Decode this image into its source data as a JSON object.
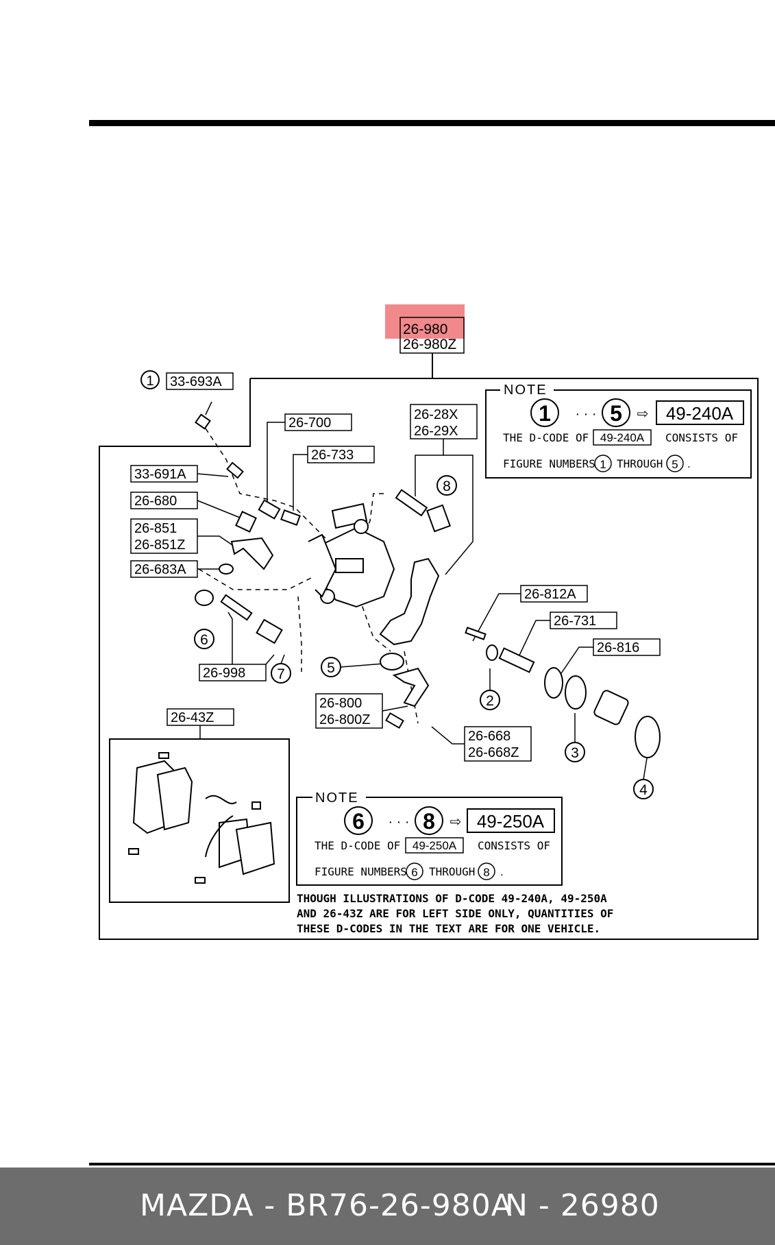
{
  "colors": {
    "highlight": "#ef7c80",
    "footer_bg": "#6d6d6d",
    "footer_text": "#ffffff",
    "line": "#000000"
  },
  "assembly": {
    "code_primary": "26-980",
    "code_alt": "26-980Z"
  },
  "parts": {
    "p33_693A": "33-693A",
    "p33_691A": "33-691A",
    "p26_700": "26-700",
    "p26_733": "26-733",
    "p26_680": "26-680",
    "p26_851": "26-851",
    "p26_851Z": "26-851Z",
    "p26_683A": "26-683A",
    "p26_28X": "26-28X",
    "p26_29X": "26-29X",
    "p26_812A": "26-812A",
    "p26_731": "26-731",
    "p26_816": "26-816",
    "p26_998": "26-998",
    "p26_800": "26-800",
    "p26_800Z": "26-800Z",
    "p26_668": "26-668",
    "p26_668Z": "26-668Z",
    "p26_43Z": "26-43Z"
  },
  "figure_numbers": [
    "1",
    "2",
    "3",
    "4",
    "5",
    "6",
    "7",
    "8"
  ],
  "note1": {
    "label": "NOTE",
    "range_start": "1",
    "range_dots": "· · ·",
    "range_end": "5",
    "arrow": "⇨",
    "dcode": "49-240A",
    "line1_prefix": "THE D-CODE OF",
    "line1_code": "49-240A",
    "line1_suffix": "CONSISTS OF",
    "line2_prefix": "FIGURE NUMBERS",
    "line2_from": "1",
    "line2_mid": "THROUGH",
    "line2_to": "5",
    "line2_end": "."
  },
  "note2": {
    "label": "NOTE",
    "range_start": "6",
    "range_dots": "· · ·",
    "range_end": "8",
    "arrow": "⇨",
    "dcode": "49-250A",
    "line1_prefix": "THE D-CODE OF",
    "line1_code": "49-250A",
    "line1_suffix": "CONSISTS OF",
    "line2_prefix": "FIGURE NUMBERS",
    "line2_from": "6",
    "line2_mid": "THROUGH",
    "line2_to": "8",
    "line2_end": "."
  },
  "footnote": {
    "line1": "THOUGH ILLUSTRATIONS OF D-CODE 49-240A, 49-250A",
    "line2": "AND 26-43Z ARE FOR LEFT SIDE ONLY, QUANTITIES OF",
    "line3": "THESE D-CODES IN THE TEXT ARE FOR ONE VEHICLE."
  },
  "footer": {
    "part_text": "MAZDA - BR76-26-980A",
    "number_text": "N - 26980"
  }
}
